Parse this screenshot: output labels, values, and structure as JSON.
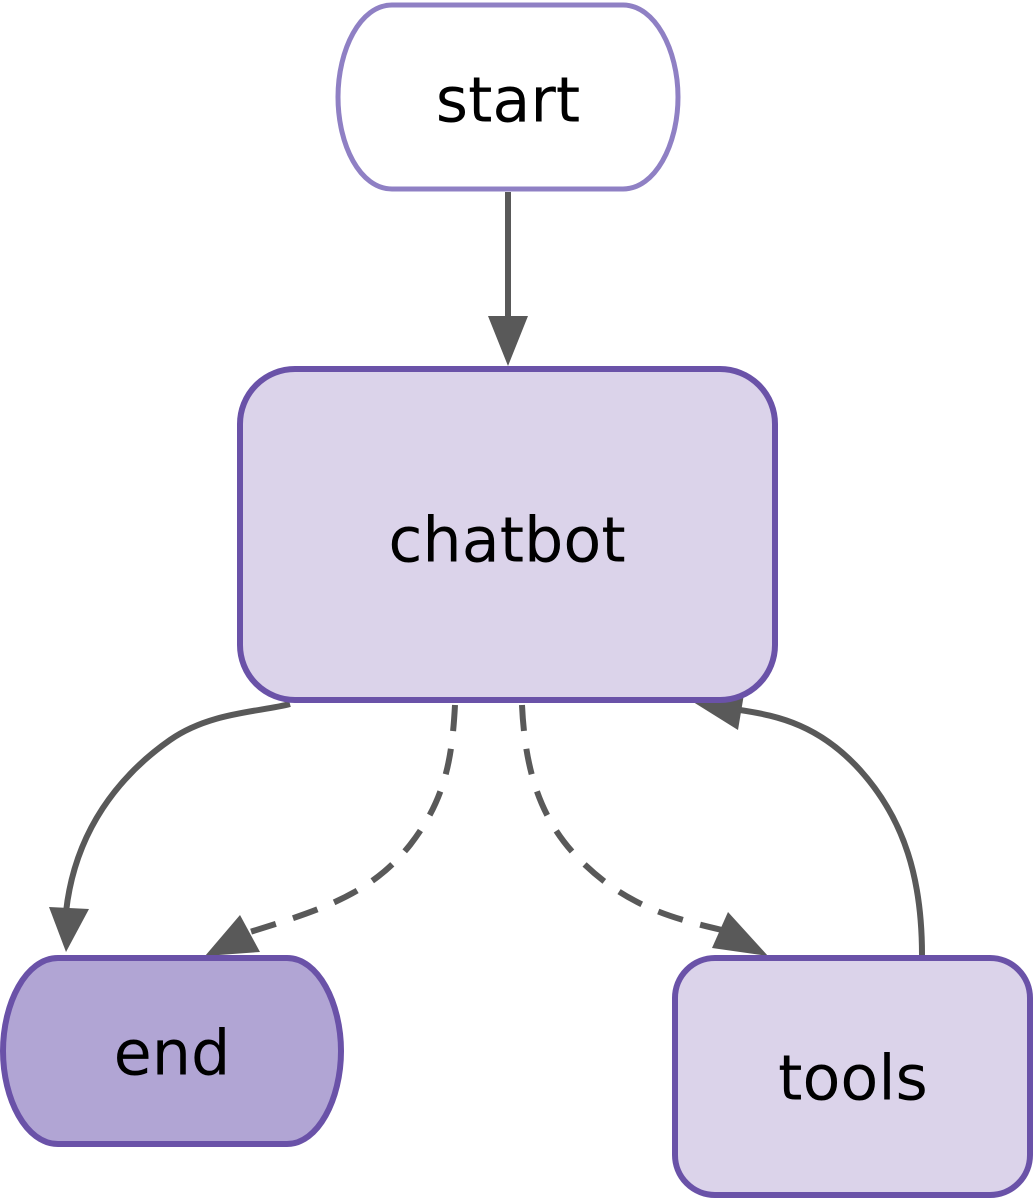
{
  "nodes": {
    "start": {
      "label": "start"
    },
    "chatbot": {
      "label": "chatbot"
    },
    "end": {
      "label": "end"
    },
    "tools": {
      "label": "tools"
    }
  },
  "edges": [
    {
      "from": "start",
      "to": "chatbot",
      "style": "solid"
    },
    {
      "from": "chatbot",
      "to": "end",
      "style": "solid"
    },
    {
      "from": "chatbot",
      "to": "end",
      "style": "dashed"
    },
    {
      "from": "chatbot",
      "to": "tools",
      "style": "dashed"
    },
    {
      "from": "tools",
      "to": "chatbot",
      "style": "solid"
    }
  ],
  "colors": {
    "start_fill": "#ffffff",
    "start_stroke": "#8f80c4",
    "node_fill": "#dbd3ea",
    "node_stroke": "#6a52a8",
    "end_fill": "#b1a5d4",
    "edge": "#595959"
  }
}
